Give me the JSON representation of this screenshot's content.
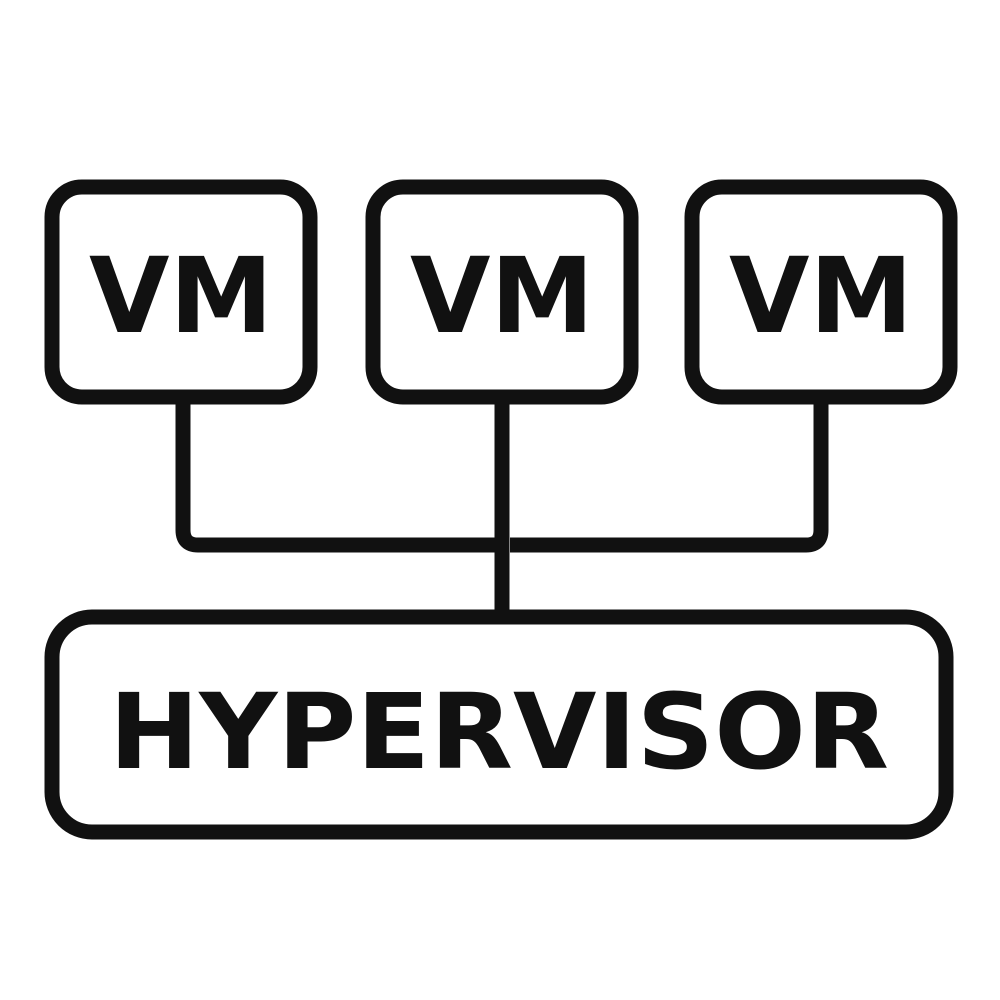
{
  "diagram": {
    "vms": [
      {
        "label": "VM"
      },
      {
        "label": "VM"
      },
      {
        "label": "VM"
      }
    ],
    "hypervisor": {
      "label": "HYPERVISOR"
    }
  },
  "colors": {
    "stroke": "#111111",
    "background": "#ffffff"
  }
}
